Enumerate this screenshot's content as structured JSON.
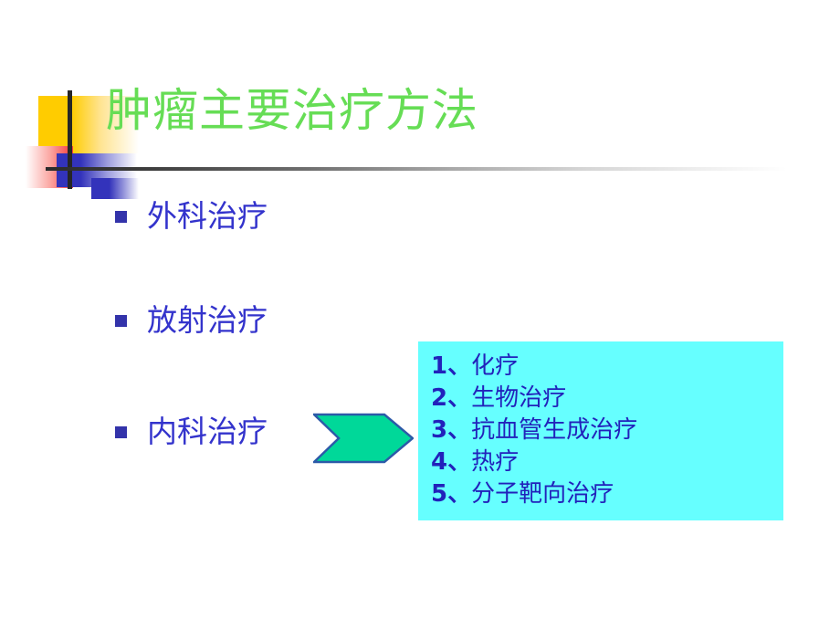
{
  "slide": {
    "background_color": "#FFFFFF",
    "title": "肿瘤主要治疗方法",
    "title_color": "#66DD55"
  },
  "decoration": {
    "yellow_color": "#FFCC00",
    "red_color": "#F93A3A",
    "blue_color": "#3333BB",
    "bar_color": "#262626"
  },
  "bullets": {
    "marker_color": "#3333AA",
    "text_color": "#3333CC",
    "items": [
      {
        "label": "外科治疗"
      },
      {
        "label": "放射治疗"
      },
      {
        "label": "内科治疗"
      }
    ]
  },
  "arrow": {
    "fill_color": "#00D899",
    "stroke_color": "#2C5AA8",
    "direction": "right"
  },
  "callout": {
    "background_color": "#66FFFF",
    "text_color": "#2222BB",
    "items": [
      {
        "num": "1、",
        "label": "化疗"
      },
      {
        "num": "2、",
        "label": "生物治疗"
      },
      {
        "num": "3、",
        "label": "抗血管生成治疗"
      },
      {
        "num": "4、",
        "label": "热疗"
      },
      {
        "num": "5、",
        "label": "分子靶向治疗"
      }
    ]
  }
}
